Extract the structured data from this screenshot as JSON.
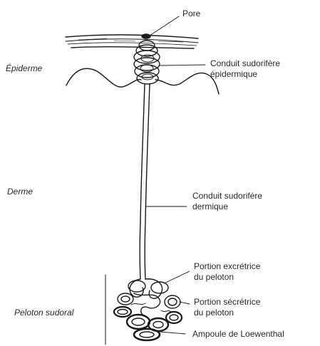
{
  "labels": {
    "pore": "Pore",
    "epiderme": "Épiderme",
    "conduit_epi_1": "Conduit sudorifère",
    "conduit_epi_2": "épidermique",
    "derme": "Derme",
    "conduit_derm_1": "Conduit sudorifère",
    "conduit_derm_2": "dermique",
    "excretrice_1": "Portion excrétrice",
    "excretrice_2": "du peloton",
    "secretrice_1": "Portion sécrétrice",
    "secretrice_2": "du peloton",
    "peloton": "Peloton sudoral",
    "ampoule": "Ampoule de Loewenthal"
  },
  "colors": {
    "ink": "#1a1a1a",
    "text": "#2a2a2a"
  }
}
